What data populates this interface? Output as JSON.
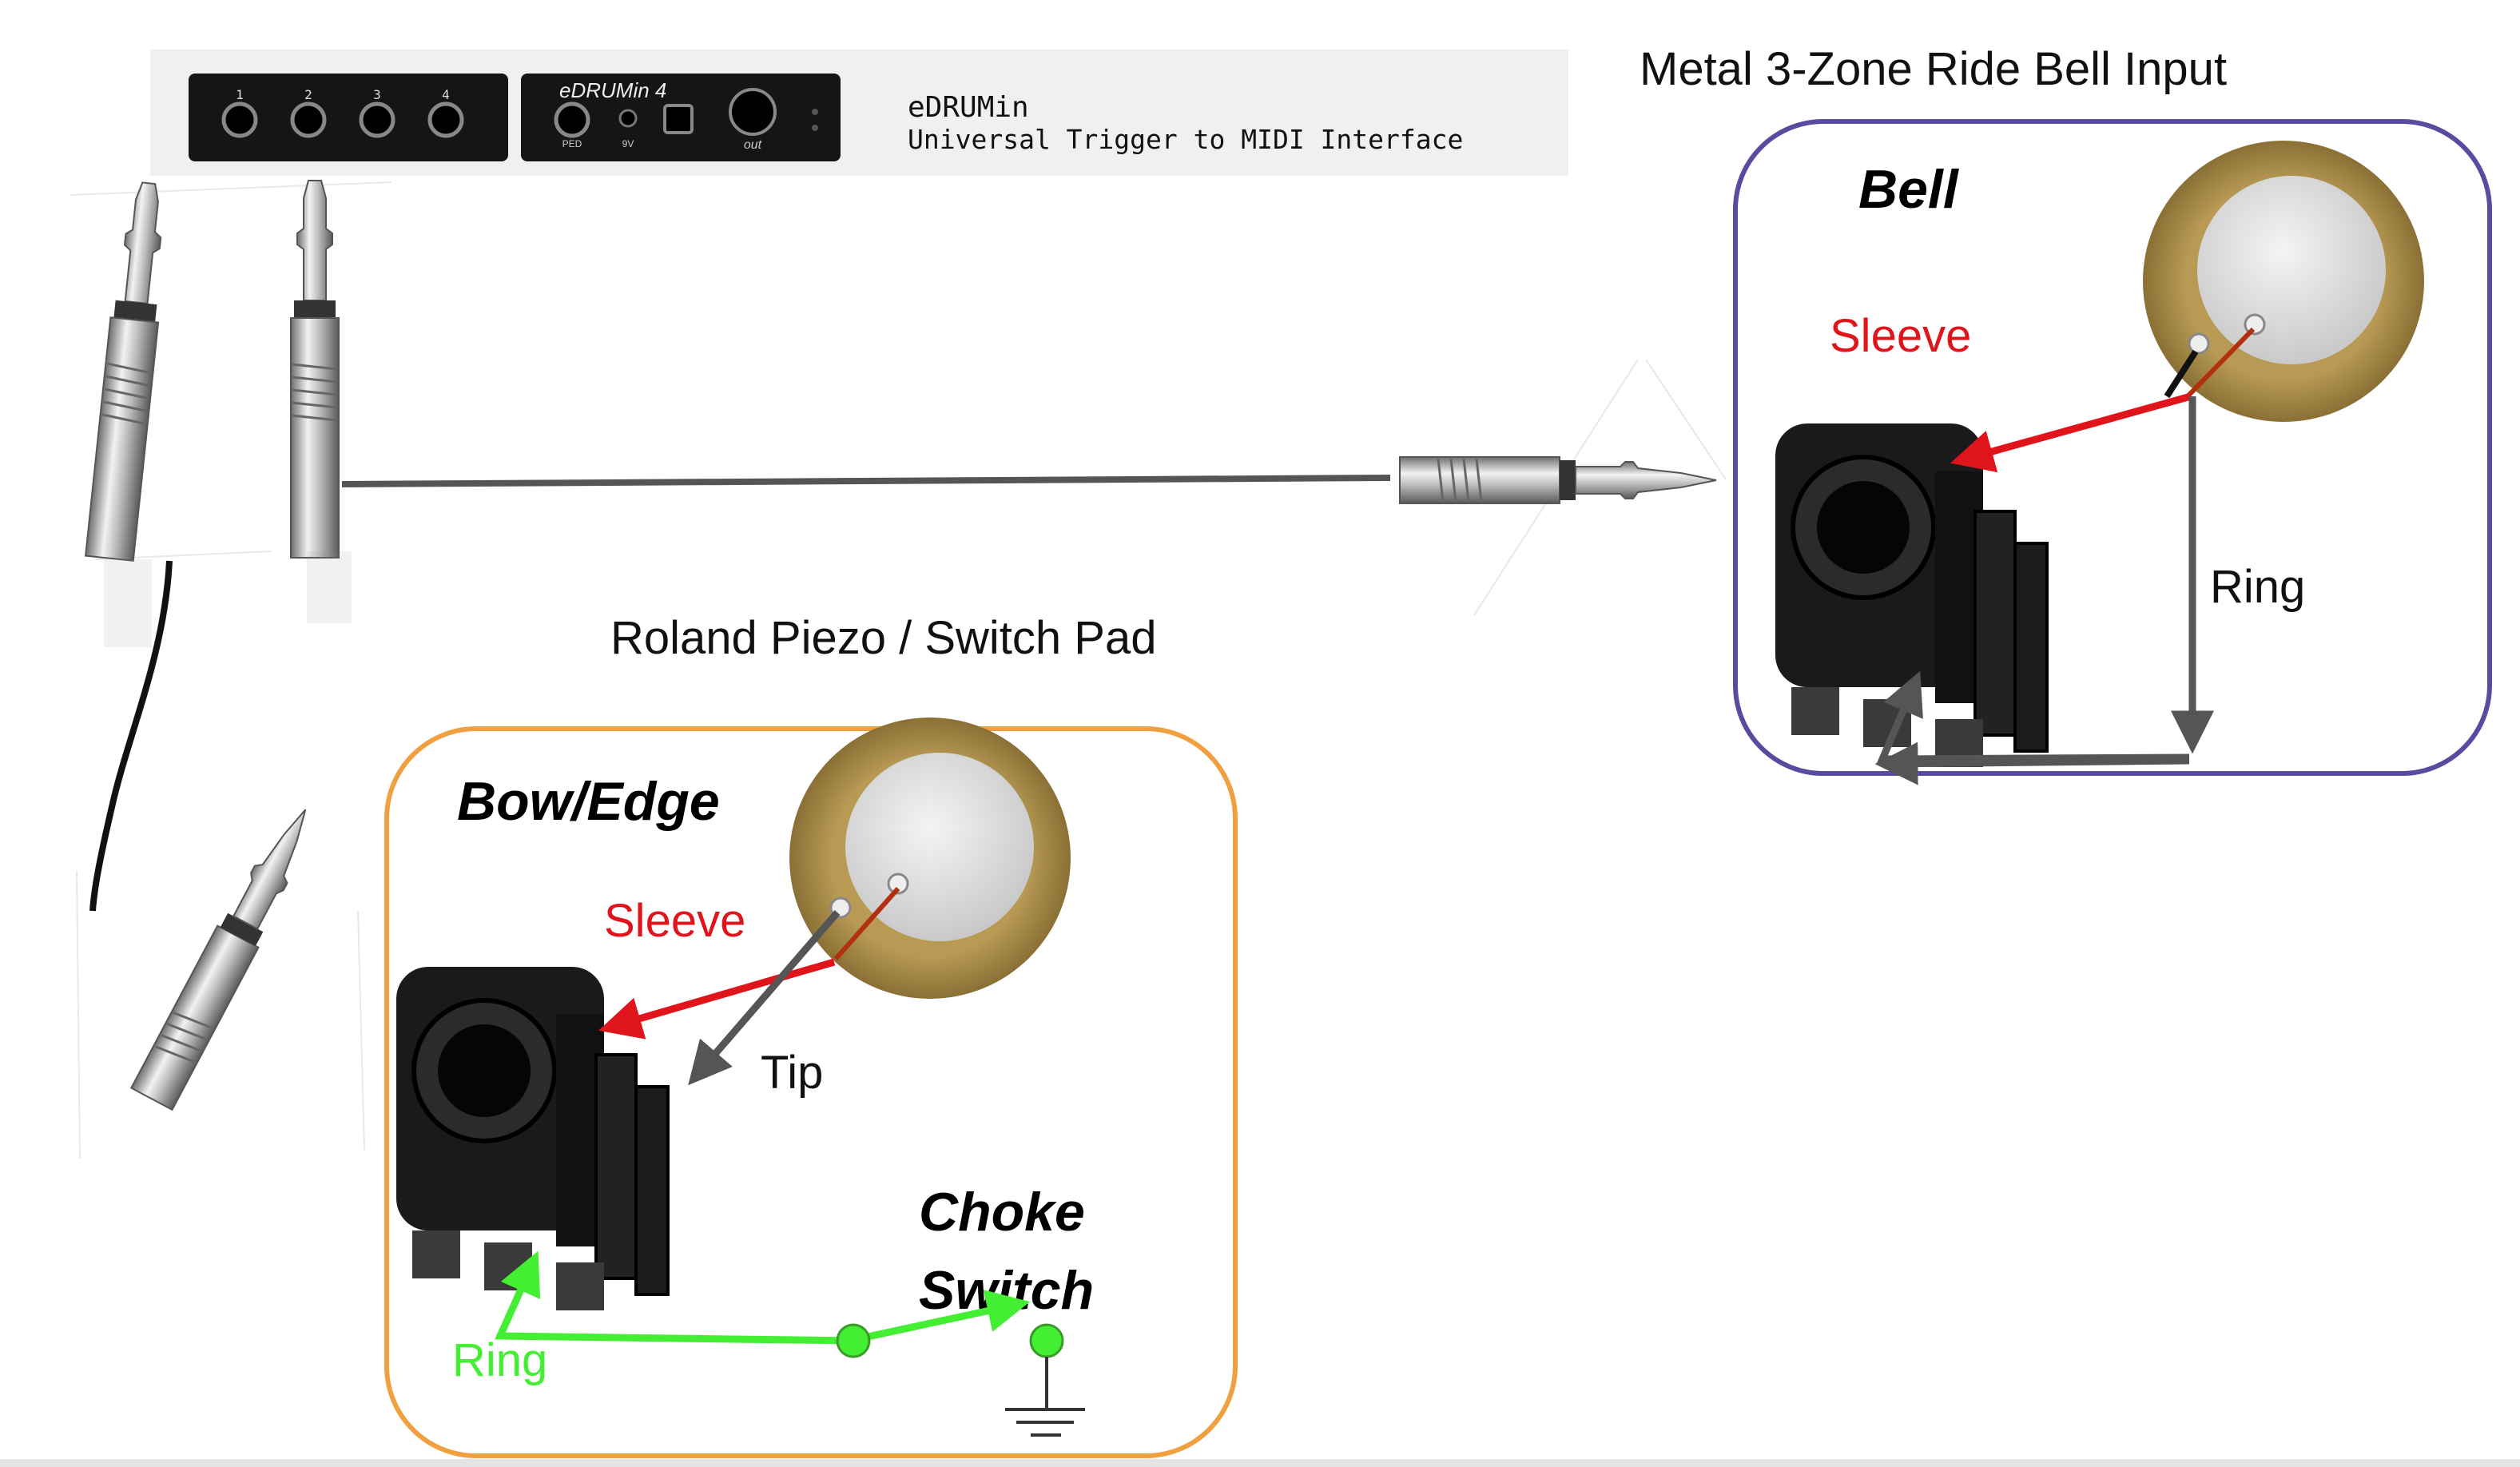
{
  "device": {
    "brand_line1": "eDRUMin",
    "brand_line2": "Universal Trigger to MIDI Interface",
    "panel_logo": "eDRUMin 4",
    "input_numbers": [
      "1",
      "2",
      "3",
      "4"
    ],
    "port_labels": {
      "ped": "PED",
      "power": "9V",
      "midi": "out"
    }
  },
  "ride": {
    "title": "Metal 3-Zone Ride Bell Input",
    "zone_label": "Bell",
    "sleeve_label": "Sleeve",
    "ring_label": "Ring",
    "border_color": "#5b4ba0"
  },
  "pad": {
    "title": "Roland Piezo / Switch Pad",
    "zone_label": "Bow/Edge",
    "sleeve_label": "Sleeve",
    "tip_label": "Tip",
    "ring_label": "Ring",
    "switch_label_line1": "Choke",
    "switch_label_line2": "Switch",
    "border_color": "#f0a040"
  },
  "colors": {
    "sleeve_wire": "#e0151b",
    "tip_wire": "#555555",
    "ring_wire_ride": "#555555",
    "ring_wire_pad": "#44ee33",
    "cable": "#555555"
  },
  "icons": [
    "trs-plug-icon",
    "piezo-disc-icon",
    "jack-socket-icon",
    "ground-symbol-icon"
  ]
}
